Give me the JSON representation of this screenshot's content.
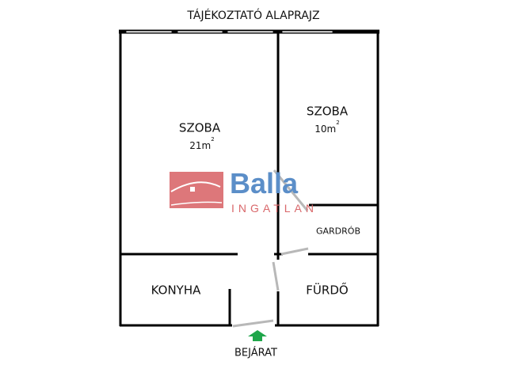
{
  "title": "TÁJÉKOZTATÓ ALAPRAJZ",
  "rooms": [
    {
      "name": "SZOBA",
      "area": "21m",
      "unit_sup": "2"
    },
    {
      "name": "SZOBA",
      "area": "10m",
      "unit_sup": "2"
    },
    {
      "name": "GARDRÓB"
    },
    {
      "name": "KONYHA"
    },
    {
      "name": "FÜRDŐ"
    }
  ],
  "entrance": "BEJÁRAT",
  "logo": {
    "brand": "Balla",
    "sub": "INGATLAN",
    "colors": {
      "blue": "#5b8ec8",
      "red": "#d9686b"
    }
  },
  "colors": {
    "wall": "#000000",
    "door": "#b8b8b8",
    "arrow": "#1fa64a"
  }
}
